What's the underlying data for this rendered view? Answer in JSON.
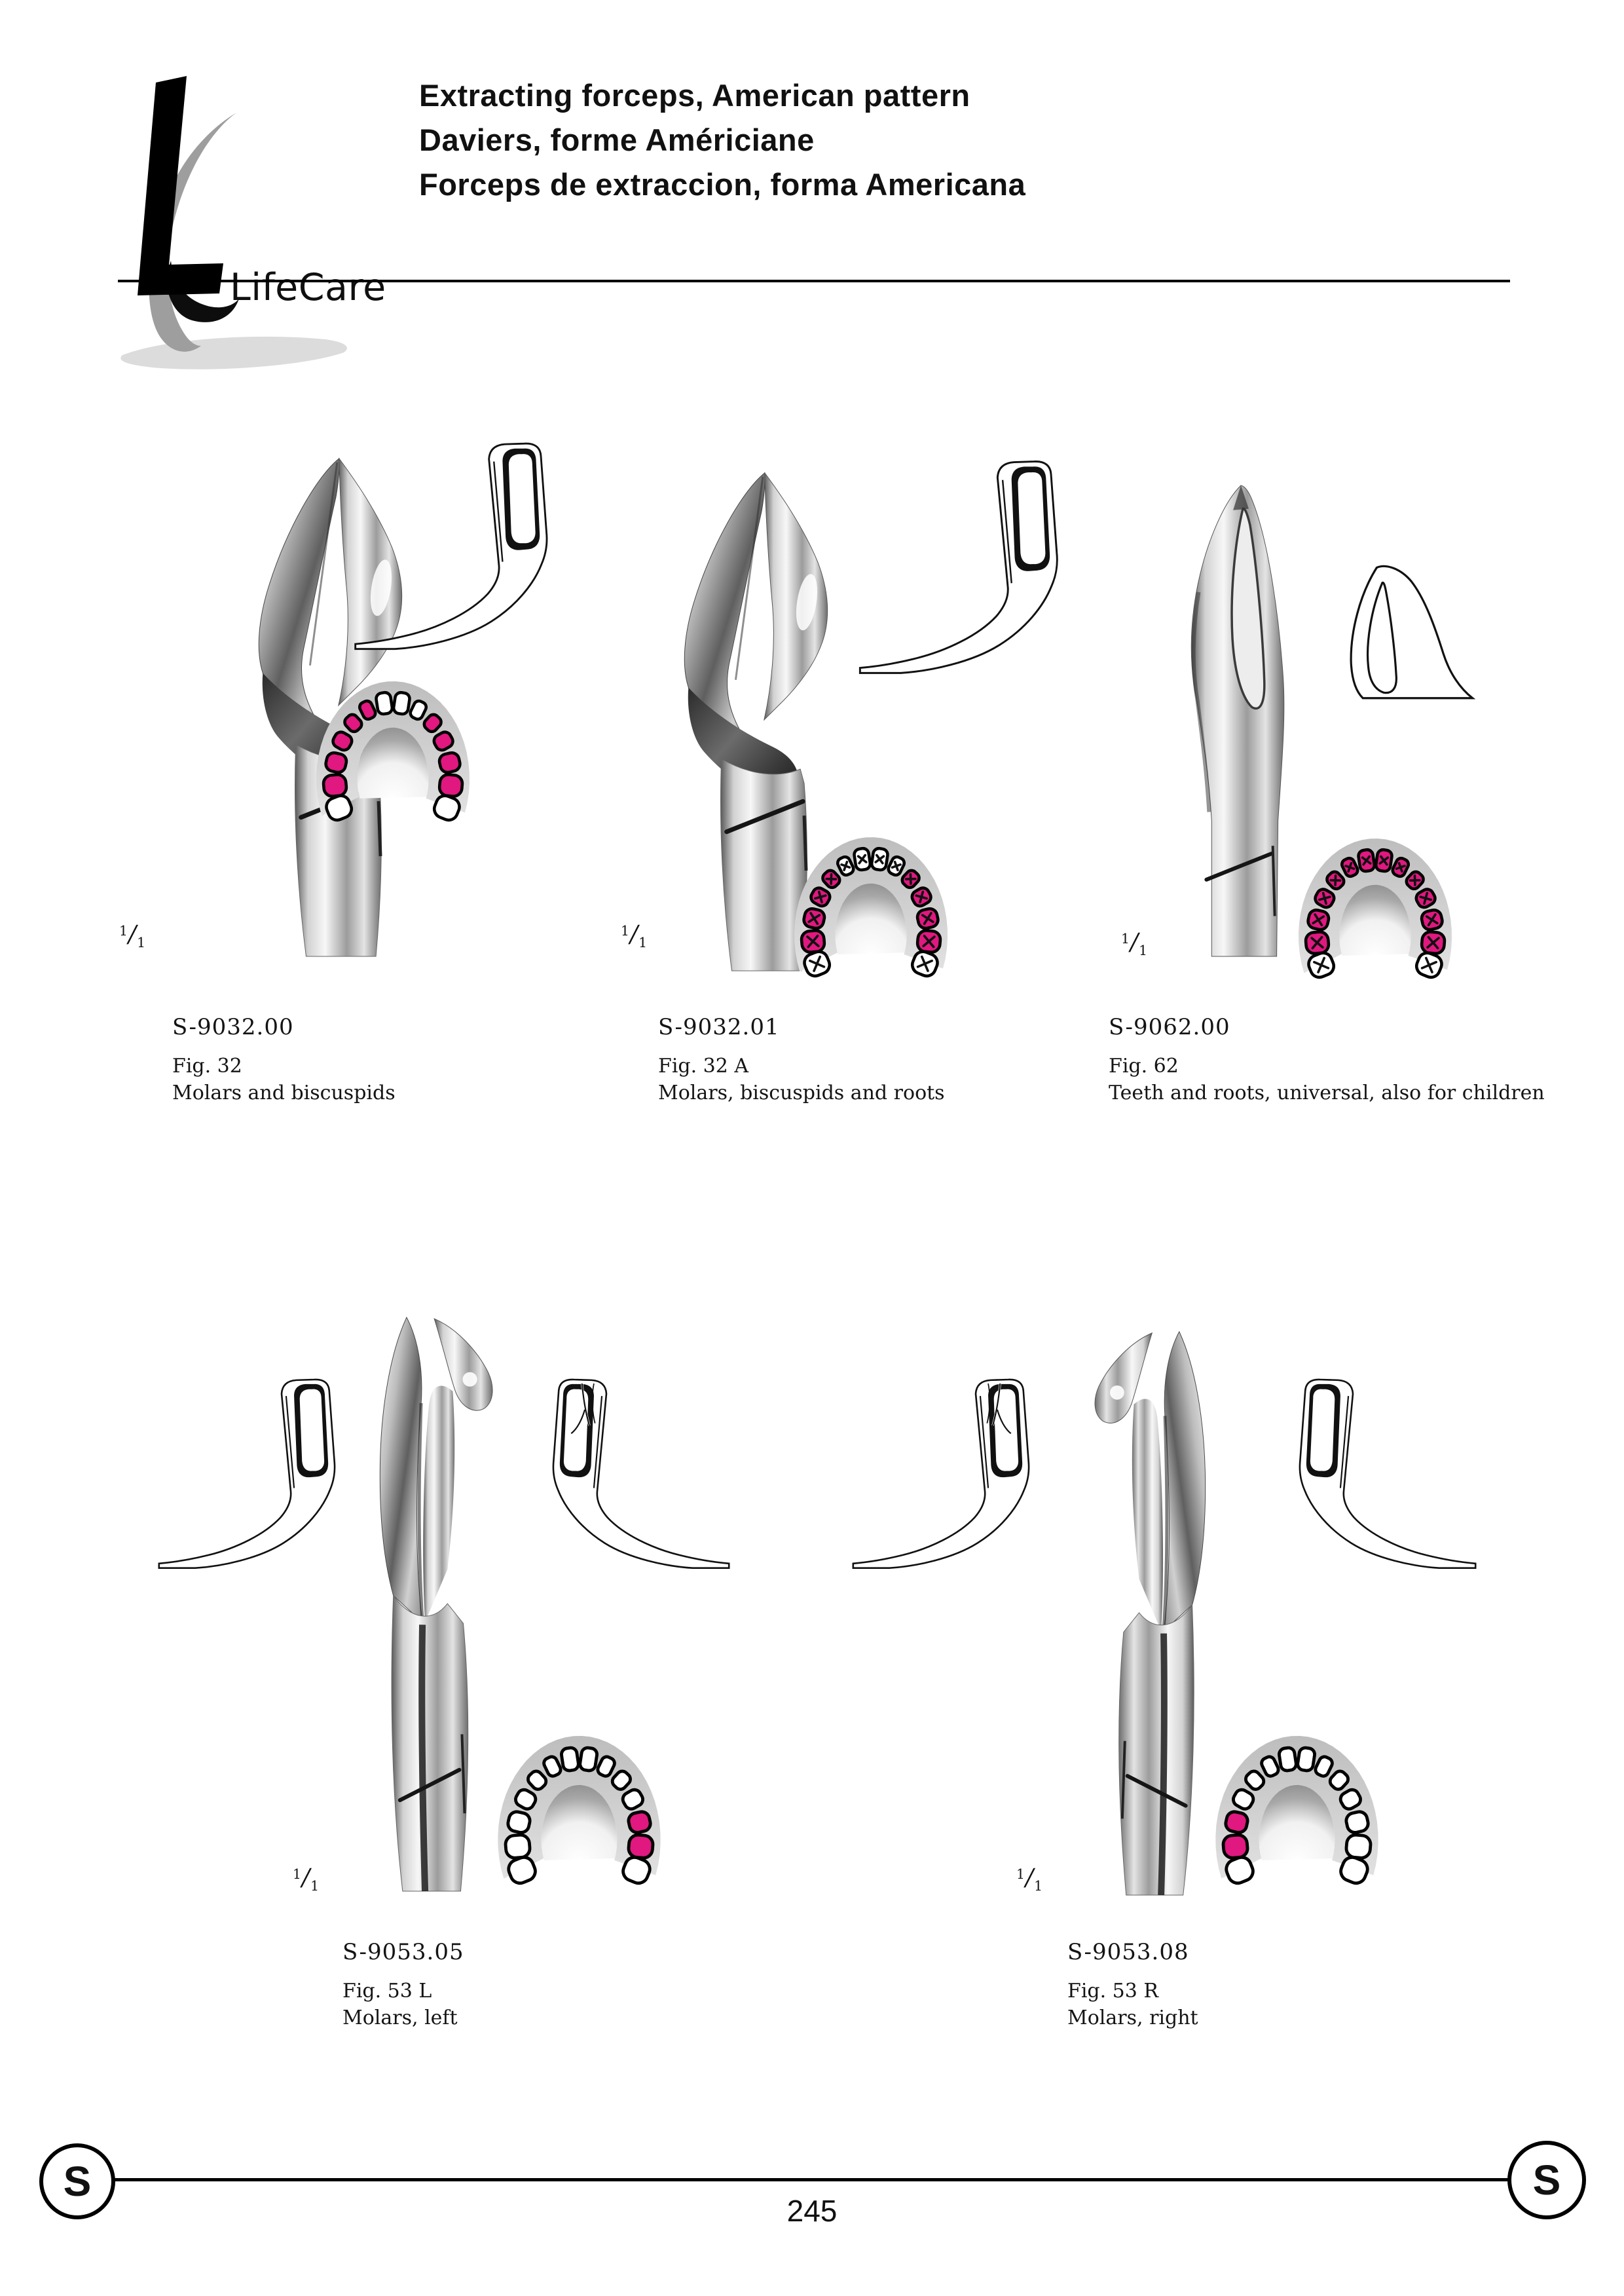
{
  "brand": {
    "logo_text": "LifeCare",
    "footer_letter": "S"
  },
  "header": {
    "title_en": "Extracting forceps, American pattern",
    "title_fr": "Daviers, forme Américiane",
    "title_es": "Forceps de extraccion, forma Americana"
  },
  "products": [
    {
      "code": "S-9032.00",
      "fig": "Fig. 32",
      "desc": "Molars and biscuspids",
      "scale": "1/1"
    },
    {
      "code": "S-9032.01",
      "fig": "Fig. 32 A",
      "desc": "Molars, biscuspids and roots",
      "scale": "1/1"
    },
    {
      "code": "S-9062.00",
      "fig": "Fig. 62",
      "desc": "Teeth and roots, universal, also for children",
      "scale": "1/1"
    },
    {
      "code": "S-9053.05",
      "fig": "Fig. 53 L",
      "desc": "Molars, left",
      "scale": "1/1"
    },
    {
      "code": "S-9053.08",
      "fig": "Fig. 53 R",
      "desc": "Molars, right",
      "scale": "1/1"
    }
  ],
  "diagrams": [
    {
      "pink": [
        1,
        2,
        3,
        4,
        5,
        9,
        10,
        11,
        12
      ],
      "marks": false
    },
    {
      "pink": [
        1,
        2,
        3,
        4,
        9,
        10,
        11,
        12
      ],
      "marks": true
    },
    {
      "pink": [
        1,
        2,
        3,
        4,
        5,
        6,
        7,
        8,
        9,
        10,
        11,
        12
      ],
      "marks": true
    },
    {
      "pink": [
        11,
        12
      ],
      "marks": false
    },
    {
      "pink": [
        1,
        2
      ],
      "marks": false
    }
  ],
  "colors": {
    "highlight_pink": "#e0187f",
    "arch_gray": "#c9c9c9"
  },
  "footer": {
    "page_number": "245"
  }
}
